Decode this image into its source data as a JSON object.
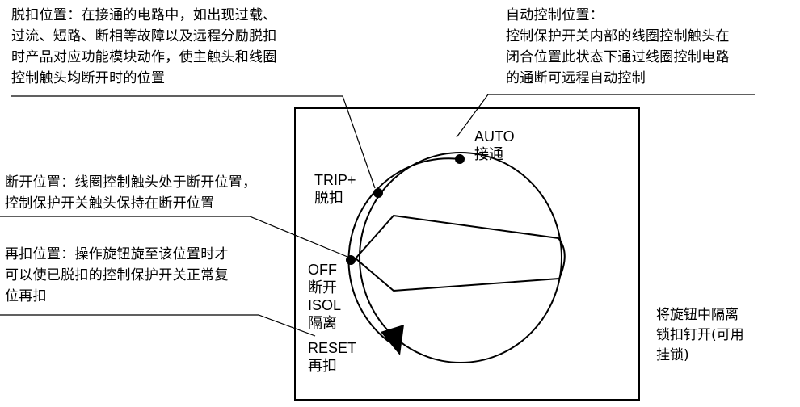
{
  "descriptions": {
    "trip": "脱扣位置：在接通的电路中，如出现过载、\n过流、短路、断相等故障以及远程分励脱扣\n时产品对应功能模块动作，使主触头和线圈\n控制触头均断开时的位置",
    "auto": "自动控制位置：\n控制保护开关内部的线圈控制触头在\n闭合位置此状态下通过线圈控制电路\n的通断可远程自动控制",
    "off": "断开位置：线圈控制触头处于断开位置，\n控制保护开关触头保持在断开位置",
    "reset": "再扣位置：操作旋钮旋至该位置时才\n可以使已脱扣的控制保护开关正常复\n位再扣"
  },
  "positions": {
    "auto": "AUTO\n接通",
    "trip": "TRIP+\n脱扣",
    "off": "OFF\n断开",
    "isol": "ISOL\n隔离",
    "reset": "RESET\n再扣"
  },
  "lock_note": "将旋钮中隔离\n锁扣钉开(可用\n挂锁)",
  "colors": {
    "line": "#000000",
    "background": "#ffffff"
  }
}
